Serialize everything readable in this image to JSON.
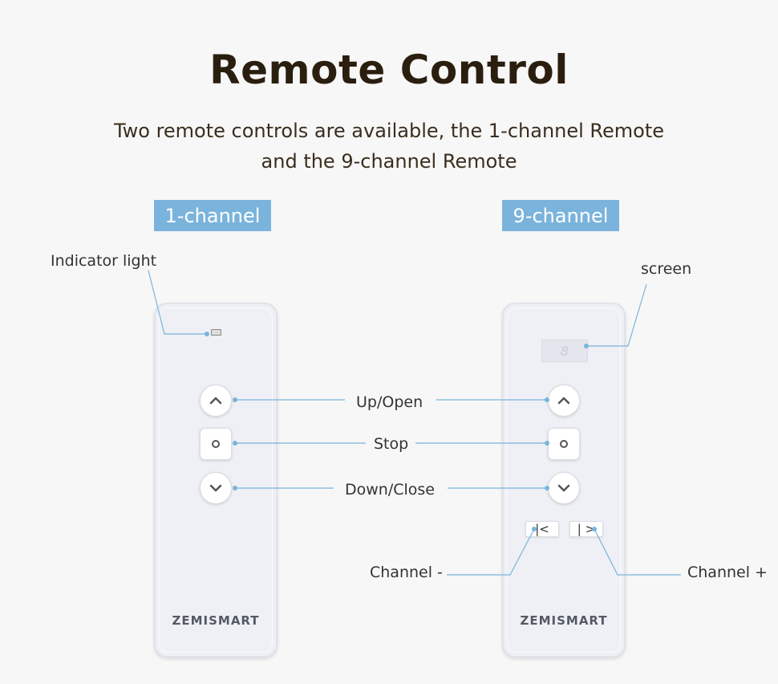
{
  "title": "Remote Control",
  "subtitle": "Two remote controls are available, the 1-channel Remote and the 9-channel Remote",
  "tags": {
    "one_channel": "1-channel",
    "nine_channel": "9-channel"
  },
  "labels": {
    "indicator_light": "Indicator light",
    "screen": "screen",
    "up_open": "Up/Open",
    "stop": "Stop",
    "down_close": "Down/Close",
    "channel_minus": "Channel -",
    "channel_plus": "Channel +"
  },
  "remote": {
    "brand": "ZEMISMART",
    "screen_digit": "8",
    "prev_channel": "|<",
    "next_channel": "| >"
  },
  "colors": {
    "tag_bg": "#7ab4dc",
    "leader_line": "#7ab4dc",
    "title": "#2a1e0f"
  },
  "icons": {
    "up": "chevron-up-icon",
    "stop": "circle-stop-icon",
    "down": "chevron-down-icon"
  }
}
